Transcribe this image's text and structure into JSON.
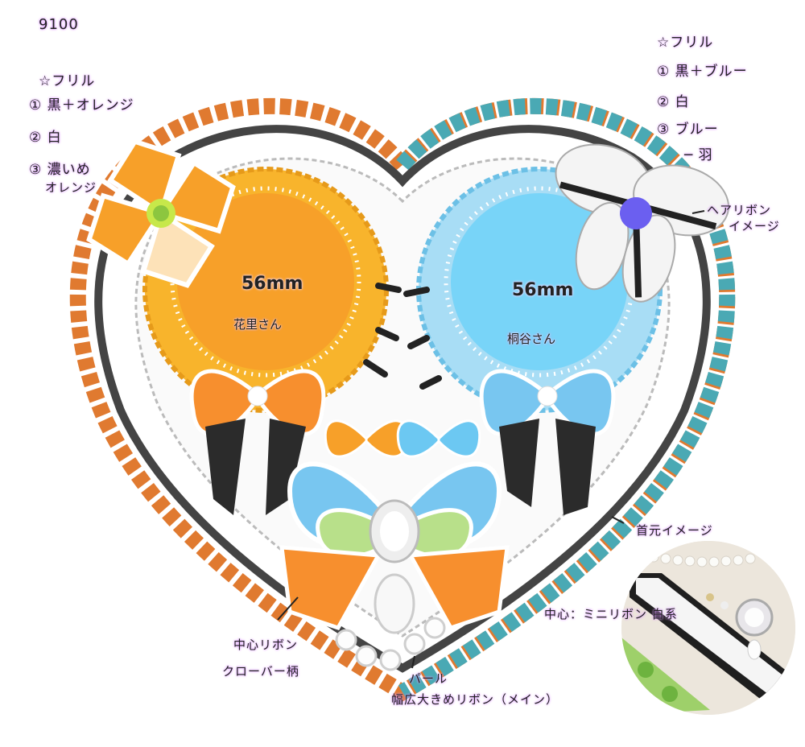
{
  "code": "9100",
  "left_notes": {
    "title": "☆フリル",
    "item1": "① 黒＋オレンジ",
    "item2": "② 白",
    "item3": "③ 濃いめ",
    "item3b": "オレンジ"
  },
  "right_notes": {
    "title": "☆フリル",
    "item1": "① 黒＋ブルー",
    "item2": "② 白",
    "item3": "③ ブルー",
    "item4": "─ 羽"
  },
  "left_badge": {
    "size": "56mm",
    "name": "花里さん"
  },
  "right_badge": {
    "size": "56mm",
    "name": "桐谷さん"
  },
  "labels": {
    "hair_ribbon": "ヘアリボン",
    "hair_ribbon2": "イメージ",
    "collar": "首元イメージ",
    "center_ribbon": "中心リボン",
    "clover": "クローバー柄",
    "pearl": "パール",
    "main_ribbon": "幅広大きめリボン（メイン）",
    "center_note": "中心：ミニリボン 白系"
  },
  "colors": {
    "orange": "#f7a029",
    "blue": "#78d4f8",
    "black": "#2b2b2b",
    "orange_frill": "#e07a30",
    "blue_frill": "#4aa9b4",
    "green": "#8cc63f",
    "annotation_glow": "#d98cff"
  }
}
